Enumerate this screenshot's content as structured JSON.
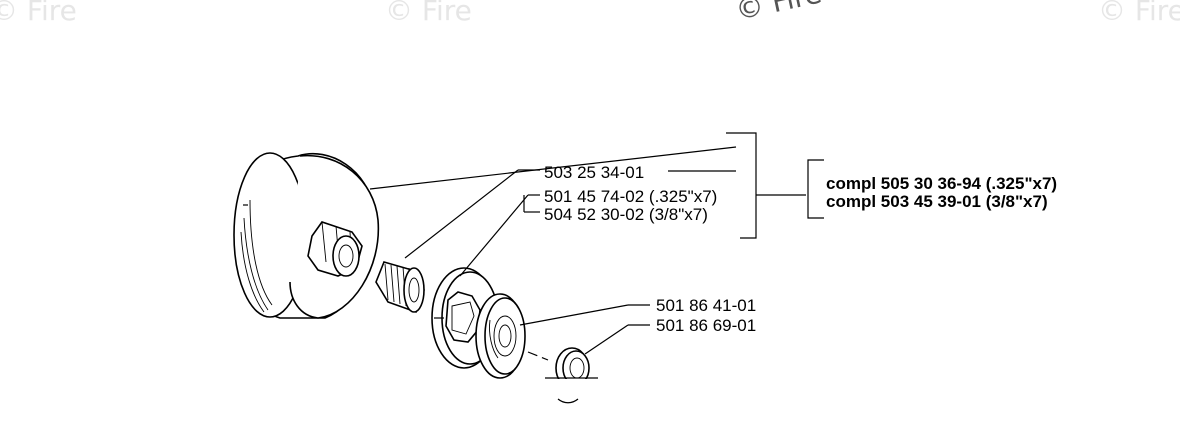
{
  "watermarks": [
    "© Fire",
    "© Fire",
    "© Fire",
    "© Fire"
  ],
  "parts": [
    {
      "number": "503 25 34-01"
    },
    {
      "number": "501 45 74-02 (.325\"x7)"
    },
    {
      "number": "504 52 30-02 (3/8\"x7)"
    },
    {
      "number": "501 86 41-01"
    },
    {
      "number": "501 86 69-01"
    }
  ],
  "assemblies": [
    {
      "label": "compl 505 30 36-94 (.325\"x7)"
    },
    {
      "label": "compl 503 45 39-01 (3/8\"x7)"
    }
  ]
}
